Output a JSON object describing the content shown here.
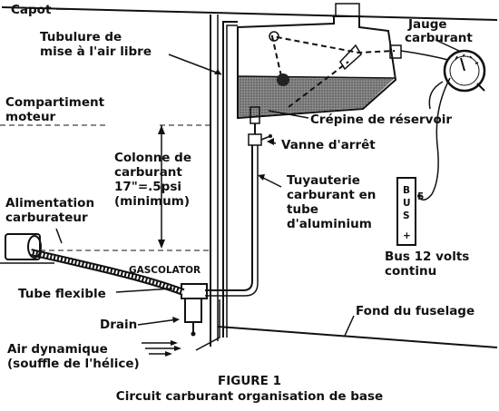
{
  "labels": {
    "capot": "Capot",
    "tubulure": [
      "Tubulure de",
      "mise à l'air libre"
    ],
    "jauge": [
      "Jauge",
      "carburant"
    ],
    "compartiment": [
      "Compartiment",
      "moteur"
    ],
    "crepine": "Crépine de réservoir",
    "vanne": "Vanne d'arrêt",
    "colonne": [
      "Colonne de",
      "carburant",
      "17\"=.5psi",
      "(minimum)"
    ],
    "tuyauterie": [
      "Tuyauterie",
      "carburant en",
      "tube",
      "d'aluminium"
    ],
    "alimentation": [
      "Alimentation",
      "carburateur"
    ],
    "bus_letters": [
      "B",
      "U",
      "S"
    ],
    "bus_plus": "+",
    "bus_terminal": "5",
    "bus": [
      "Bus 12 volts",
      "continu"
    ],
    "gascolator": "GASCOLATOR",
    "tube_flexible": "Tube flexible",
    "fond": "Fond du fuselage",
    "drain": "Drain",
    "air": [
      "Air dynamique",
      "(souffle de l'hélice)"
    ]
  },
  "caption": {
    "figure": "FIGURE 1",
    "title": "Circuit carburant organisation de base"
  }
}
